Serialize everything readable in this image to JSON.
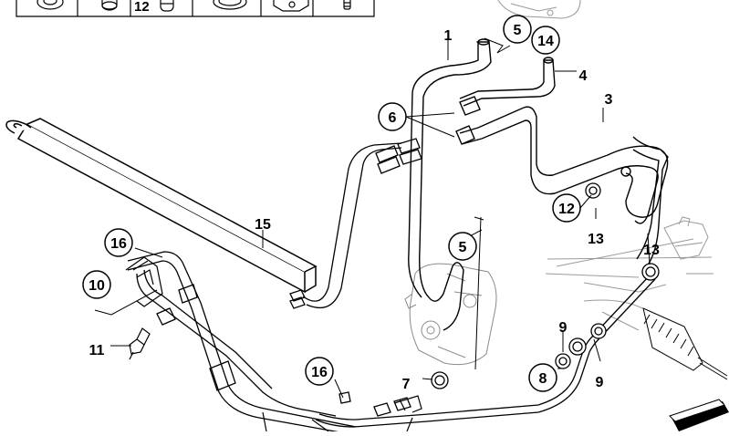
{
  "header_strip": {
    "cell_label": "12",
    "cells": [
      "clamp-ring-icon",
      "grommet-icon",
      "hose-clamp-icon",
      "seal-ring-icon",
      "bracket-icon",
      "bolt-icon"
    ]
  },
  "callouts": [
    {
      "id": "c1",
      "text": "1",
      "circled": false
    },
    {
      "id": "c5a",
      "text": "5",
      "circled": true
    },
    {
      "id": "c14",
      "text": "14",
      "circled": true
    },
    {
      "id": "c4",
      "text": "4",
      "circled": false
    },
    {
      "id": "c3",
      "text": "3",
      "circled": false
    },
    {
      "id": "c6",
      "text": "6",
      "circled": true
    },
    {
      "id": "c12",
      "text": "12",
      "circled": true
    },
    {
      "id": "c13a",
      "text": "13",
      "circled": false
    },
    {
      "id": "c15",
      "text": "15",
      "circled": false
    },
    {
      "id": "c5b",
      "text": "5",
      "circled": true
    },
    {
      "id": "c13b",
      "text": "13",
      "circled": false
    },
    {
      "id": "c16a",
      "text": "16",
      "circled": true
    },
    {
      "id": "c10",
      "text": "10",
      "circled": true
    },
    {
      "id": "c11",
      "text": "11",
      "circled": false
    },
    {
      "id": "c9a",
      "text": "9",
      "circled": false
    },
    {
      "id": "c16b",
      "text": "16",
      "circled": true
    },
    {
      "id": "c7",
      "text": "7",
      "circled": false
    },
    {
      "id": "c8",
      "text": "8",
      "circled": true
    },
    {
      "id": "c9b",
      "text": "9",
      "circled": false
    }
  ],
  "colors": {
    "line": "#000000",
    "background": "#ffffff",
    "ghost": "#9a9a9a"
  }
}
